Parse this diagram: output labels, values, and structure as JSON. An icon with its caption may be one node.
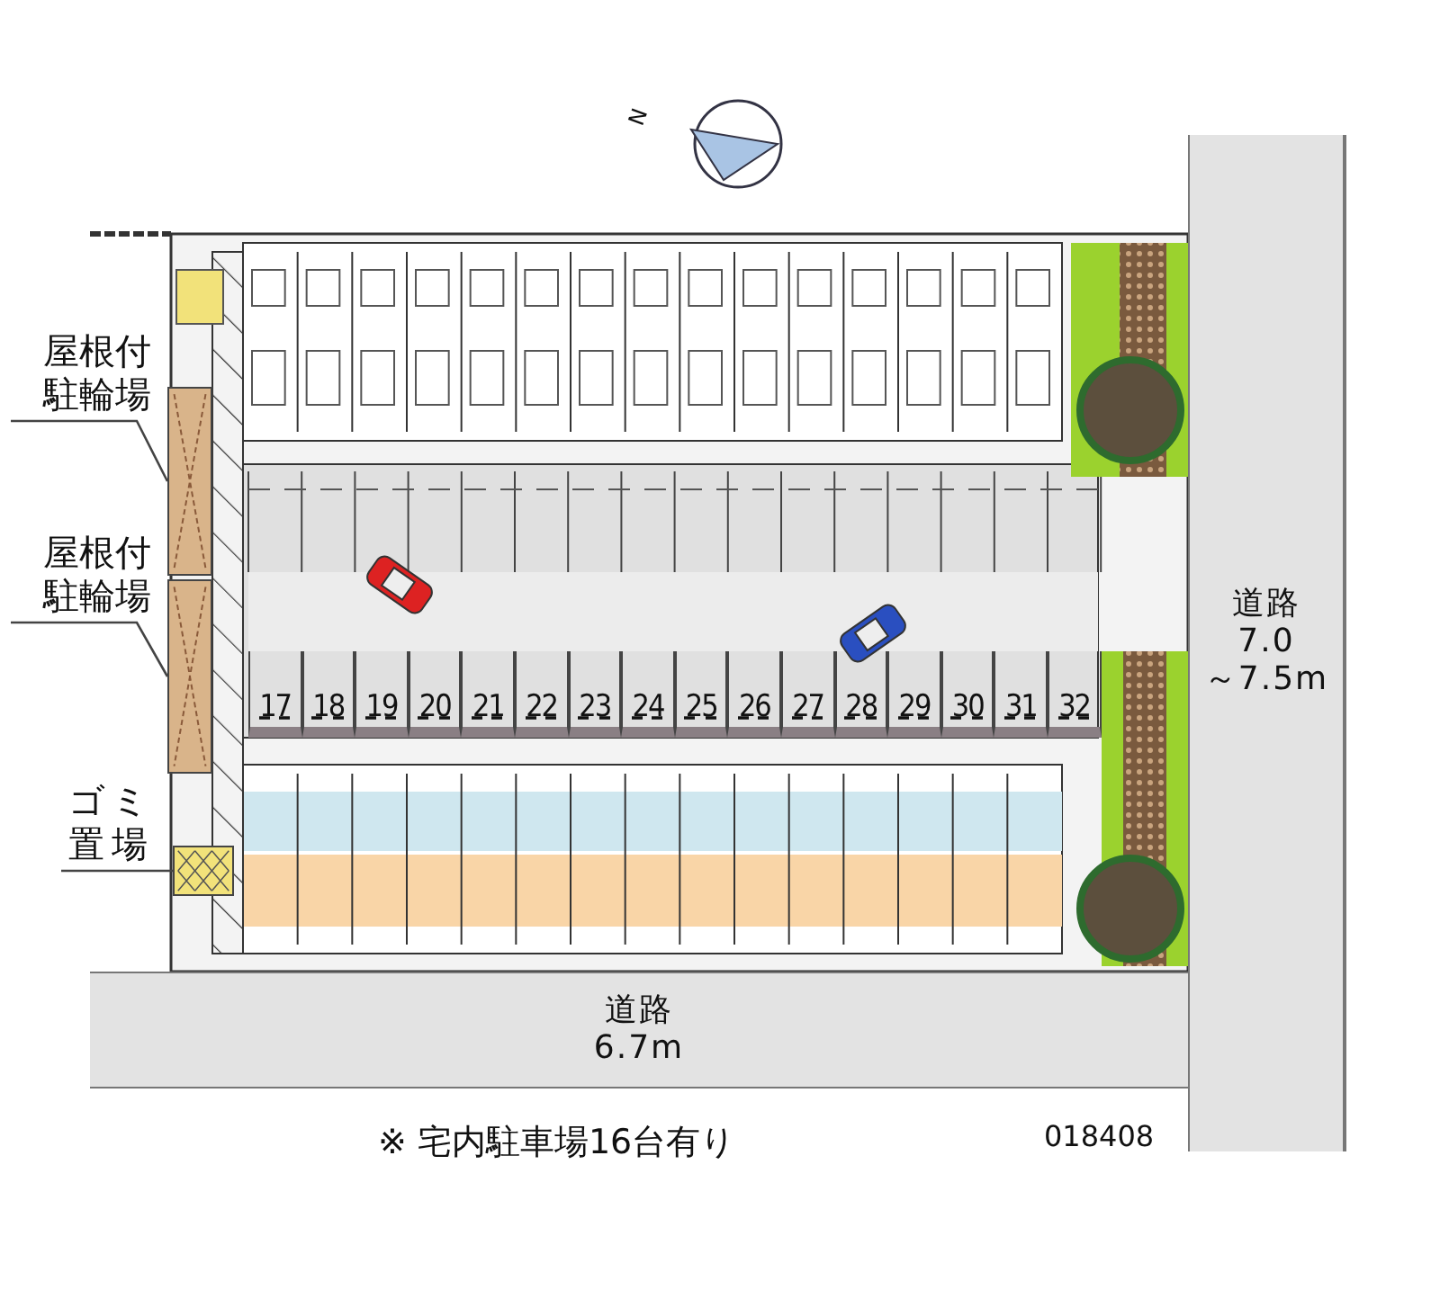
{
  "diagram": {
    "nodes": [
      {
        "text": [
          "屋根付駐輪場"
        ]
      },
      {
        "text": [],
        "shape": "box"
      },
      {
        "text": [
          "屋根付駐輪場"
        ]
      },
      {
        "text": [],
        "shape": "box"
      },
      {
        "text": [
          "ゴミ置場"
        ]
      },
      {
        "text": [],
        "shape": "box"
      },
      {
        "text": [
          "17"
        ]
      },
      {
        "text": [
          "18"
        ]
      },
      {
        "text": [
          "19"
        ]
      },
      {
        "text": [
          "20"
        ]
      },
      {
        "text": [
          "21"
        ]
      },
      {
        "text": [
          "22"
        ]
      },
      {
        "text": [
          "23"
        ]
      },
      {
        "text": [
          "24"
        ]
      },
      {
        "text": [
          "25"
        ]
      },
      {
        "text": [
          "26"
        ]
      },
      {
        "text": [
          "27"
        ]
      },
      {
        "text": [
          "28"
        ]
      },
      {
        "text": [
          "29"
        ]
      },
      {
        "text": [
          "30"
        ]
      },
      {
        "text": [
          "31"
        ]
      },
      {
        "text": [
          "32"
        ]
      },
      {
        "text": [
          "道路",
          "7.0 ～7.5m"
        ]
      },
      {
        "text": [
          "道路",
          "6.7m"
        ]
      }
    ],
    "edges": [
      {
        "from": 0,
        "to": 1,
        "arrow": "none"
      },
      {
        "from": 2,
        "to": 3,
        "arrow": "none"
      },
      {
        "from": 4,
        "to": 5,
        "arrow": "none"
      }
    ],
    "labels": [
      "N",
      "※ 宅内駐車場16台有り",
      "018408"
    ]
  }
}
